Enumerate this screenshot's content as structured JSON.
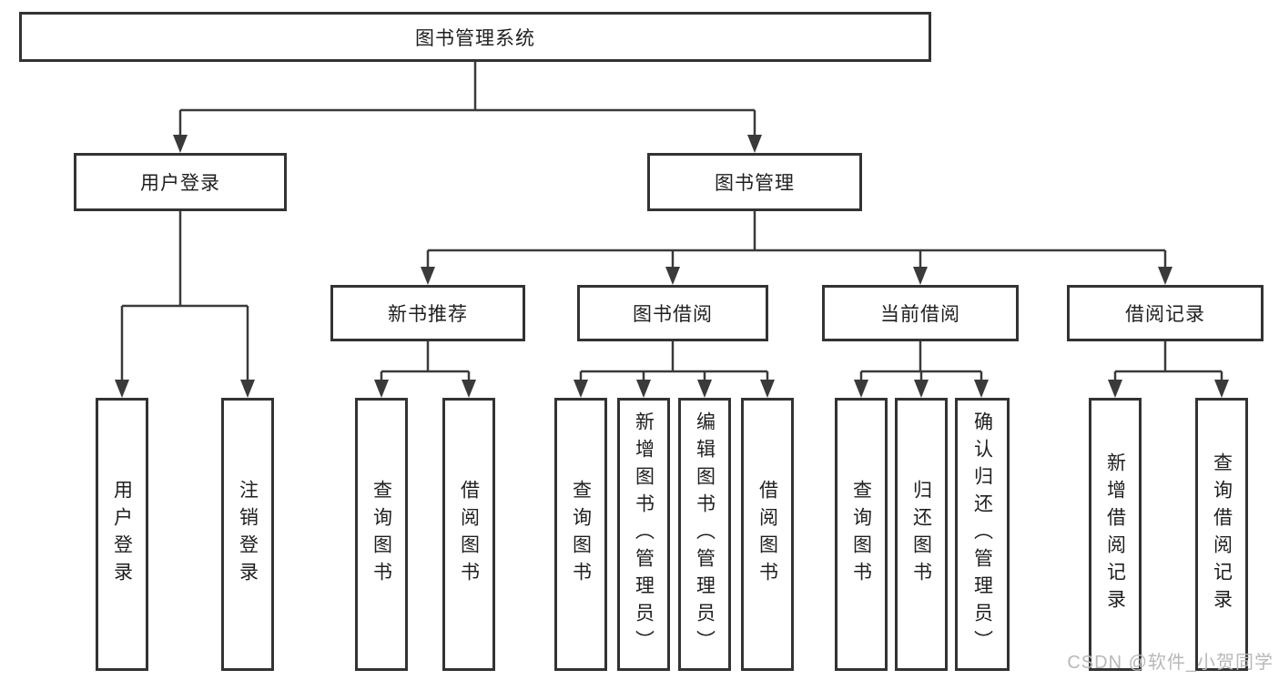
{
  "diagram": {
    "label": "图书管理系统",
    "children": [
      {
        "label": "用户登录",
        "children": [
          {
            "label": "用户登录"
          },
          {
            "label": "注销登录"
          }
        ]
      },
      {
        "label": "图书管理",
        "children": [
          {
            "label": "新书推荐",
            "children": [
              {
                "label": "查询图书"
              },
              {
                "label": "借阅图书"
              }
            ]
          },
          {
            "label": "图书借阅",
            "children": [
              {
                "label": "查询图书"
              },
              {
                "label": "新增图书（管理员）"
              },
              {
                "label": "编辑图书（管理员）"
              },
              {
                "label": "借阅图书"
              }
            ]
          },
          {
            "label": "当前借阅",
            "children": [
              {
                "label": "查询图书"
              },
              {
                "label": "归还图书"
              },
              {
                "label": "确认归还（管理员）"
              }
            ]
          },
          {
            "label": "借阅记录",
            "children": [
              {
                "label": "新增借阅记录"
              },
              {
                "label": "查询借阅记录"
              }
            ]
          }
        ]
      }
    ]
  },
  "watermark": "CSDN @软件_小贺同学",
  "colors": {
    "line": "#3a3a3a",
    "box_border": "#333333",
    "text": "#1f1f1f",
    "watermark": "#b8b8b8",
    "background": "#ffffff"
  }
}
